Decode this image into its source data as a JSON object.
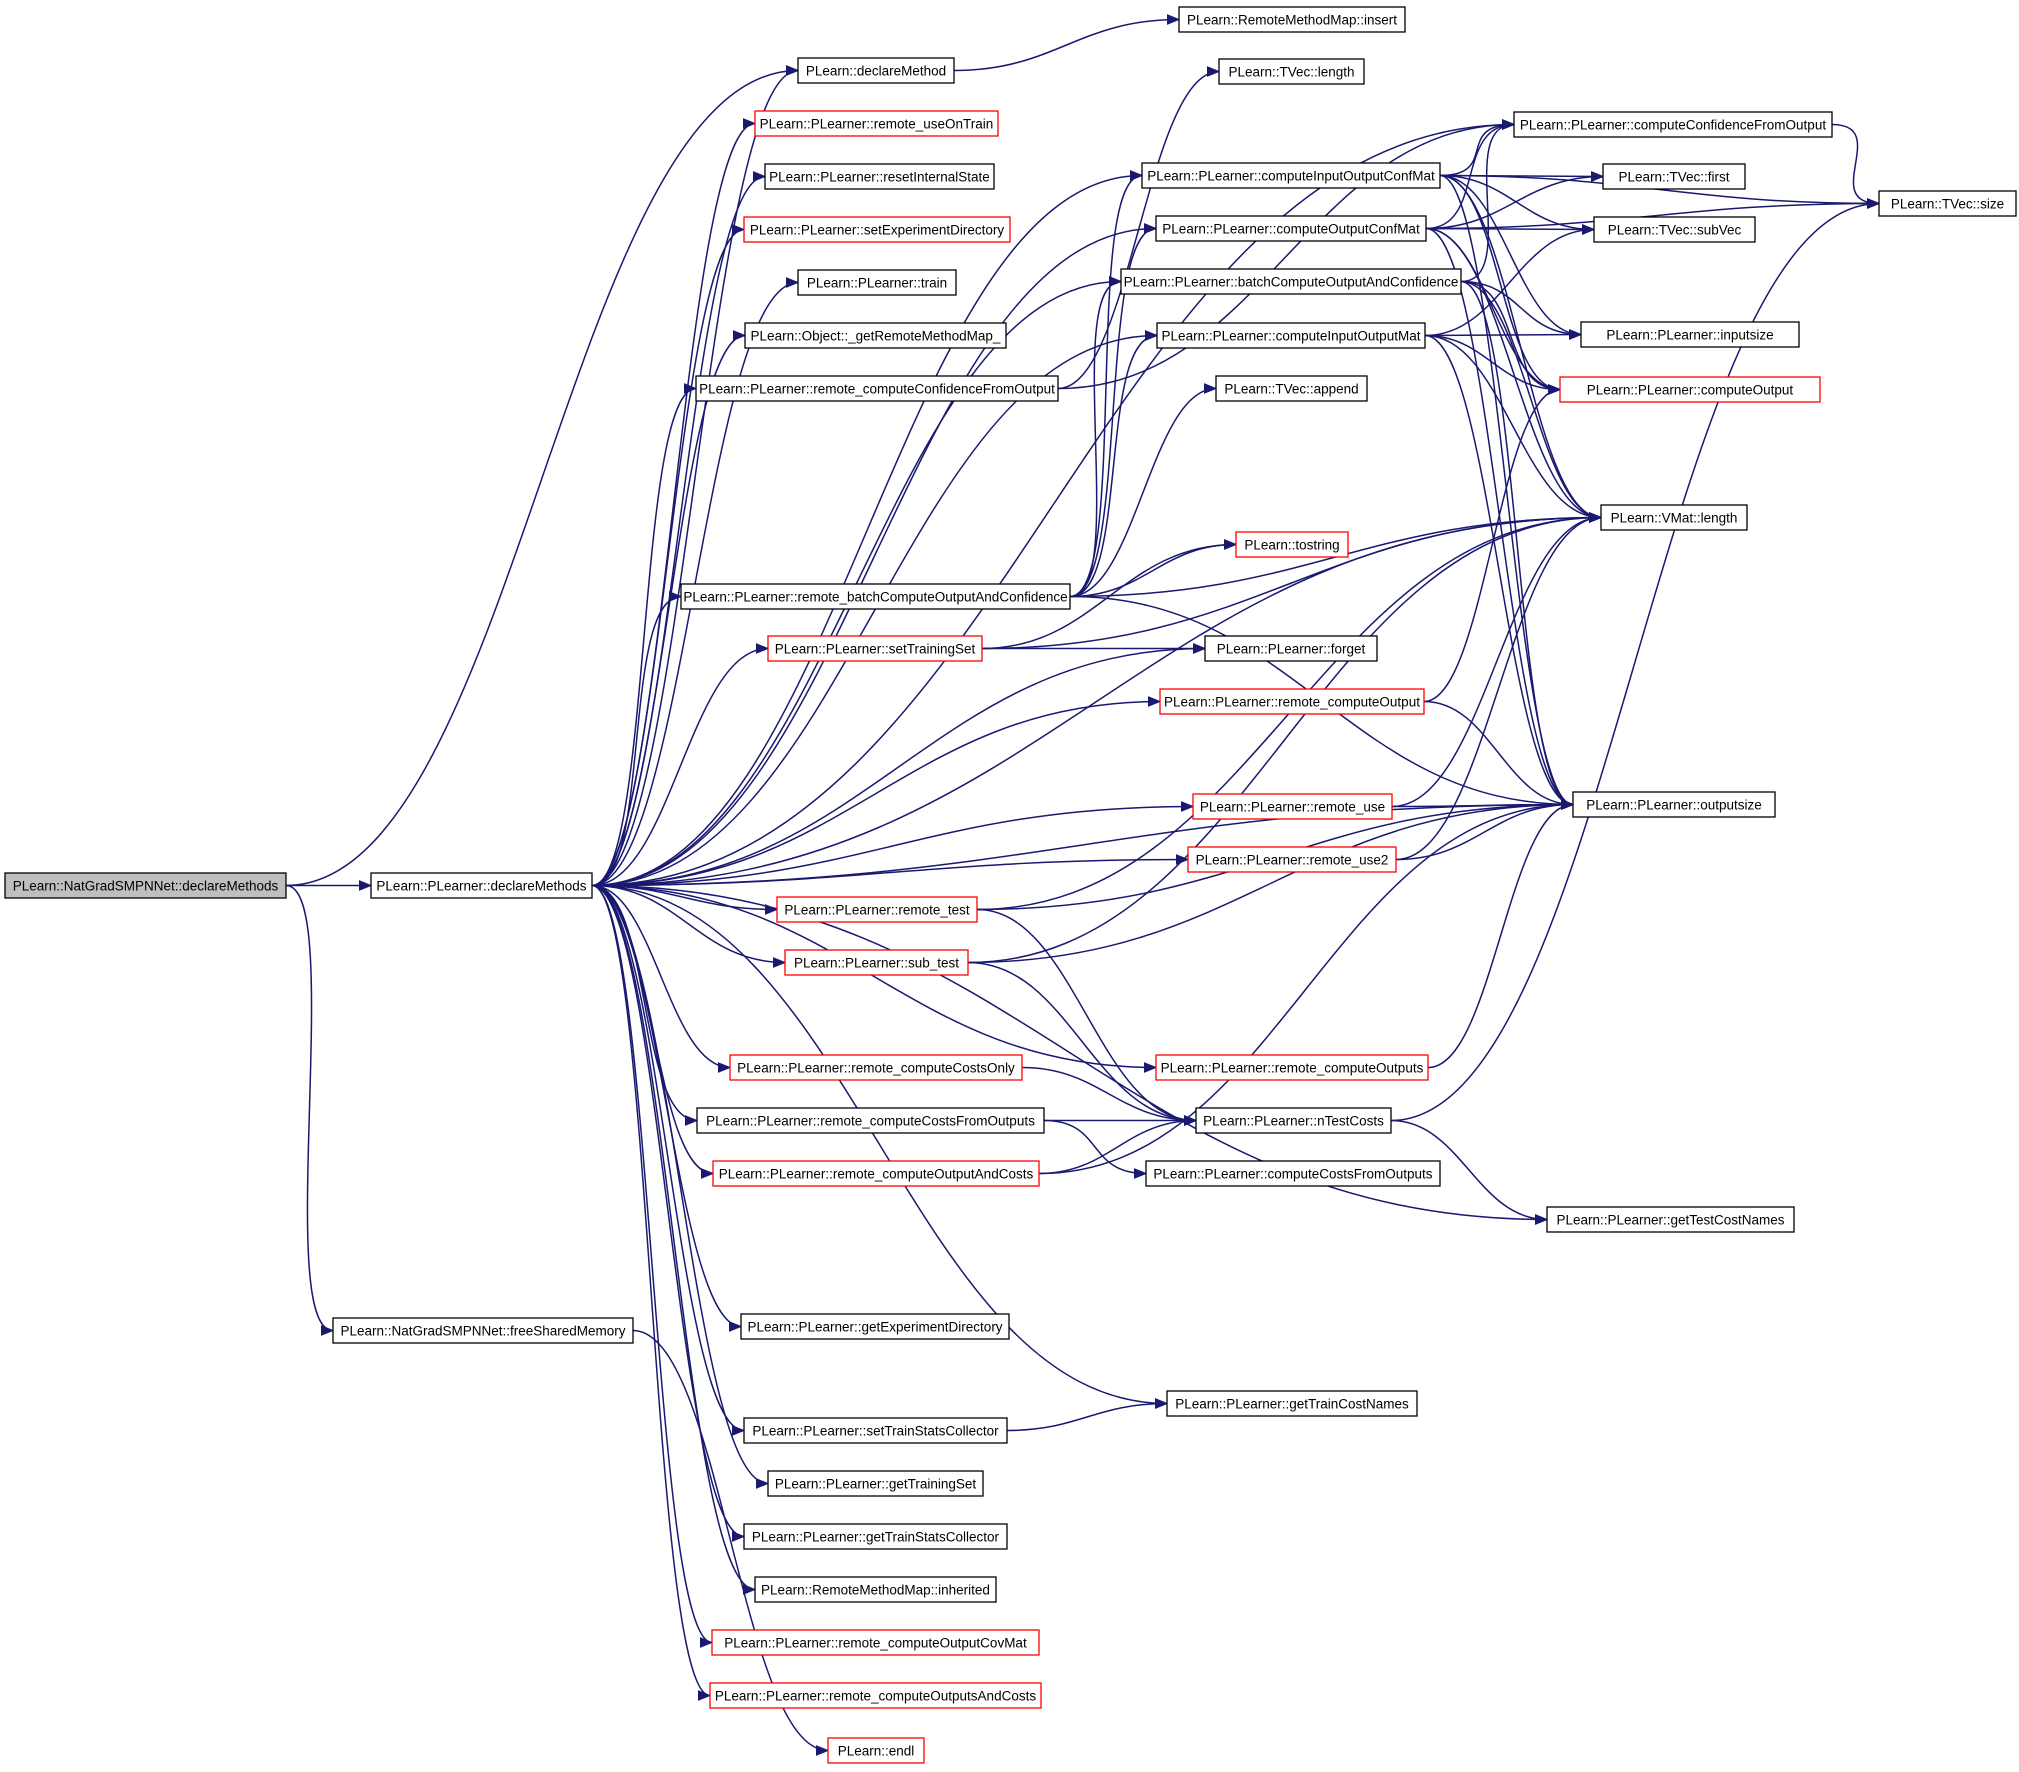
{
  "colors": {
    "edge": "#191970",
    "border_default": "#000000",
    "border_highlight": "#ff0000",
    "root_fill": "#bfbfbf",
    "node_fill": "#ffffff"
  },
  "nodes": [
    {
      "id": "n0",
      "label": "PLearn::NatGradSMPNNet::declareMethods",
      "style": "root"
    },
    {
      "id": "n1",
      "label": "PLearn::PLearner::declareMethods",
      "style": "normal"
    },
    {
      "id": "n2",
      "label": "PLearn::NatGradSMPNNet::freeSharedMemory",
      "style": "normal"
    },
    {
      "id": "n3",
      "label": "PLearn::declareMethod",
      "style": "normal"
    },
    {
      "id": "n4",
      "label": "PLearn::RemoteMethodMap::insert",
      "style": "normal"
    },
    {
      "id": "n5",
      "label": "PLearn::PLearner::remote_useOnTrain",
      "style": "red"
    },
    {
      "id": "n6",
      "label": "PLearn::PLearner::resetInternalState",
      "style": "normal"
    },
    {
      "id": "n7",
      "label": "PLearn::PLearner::setExperimentDirectory",
      "style": "red"
    },
    {
      "id": "n8",
      "label": "PLearn::PLearner::train",
      "style": "normal"
    },
    {
      "id": "n9",
      "label": "PLearn::Object::_getRemoteMethodMap_",
      "style": "normal"
    },
    {
      "id": "n10",
      "label": "PLearn::PLearner::remote_computeConfidenceFromOutput",
      "style": "normal"
    },
    {
      "id": "n11",
      "label": "PLearn::PLearner::remote_batchComputeOutputAndConfidence",
      "style": "normal"
    },
    {
      "id": "n12",
      "label": "PLearn::PLearner::setTrainingSet",
      "style": "red"
    },
    {
      "id": "n13",
      "label": "PLearn::PLearner::remote_test",
      "style": "red"
    },
    {
      "id": "n14",
      "label": "PLearn::PLearner::sub_test",
      "style": "red"
    },
    {
      "id": "n15",
      "label": "PLearn::PLearner::remote_computeCostsOnly",
      "style": "red"
    },
    {
      "id": "n16",
      "label": "PLearn::PLearner::remote_computeCostsFromOutputs",
      "style": "normal"
    },
    {
      "id": "n17",
      "label": "PLearn::PLearner::remote_computeOutputAndCosts",
      "style": "red"
    },
    {
      "id": "n18",
      "label": "PLearn::PLearner::getExperimentDirectory",
      "style": "normal"
    },
    {
      "id": "n19",
      "label": "PLearn::PLearner::setTrainStatsCollector",
      "style": "normal"
    },
    {
      "id": "n20",
      "label": "PLearn::PLearner::getTrainingSet",
      "style": "normal"
    },
    {
      "id": "n21",
      "label": "PLearn::PLearner::getTrainStatsCollector",
      "style": "normal"
    },
    {
      "id": "n22",
      "label": "PLearn::RemoteMethodMap::inherited",
      "style": "normal"
    },
    {
      "id": "n23",
      "label": "PLearn::PLearner::remote_computeOutputCovMat",
      "style": "red"
    },
    {
      "id": "n24",
      "label": "PLearn::PLearner::remote_computeOutputsAndCosts",
      "style": "red"
    },
    {
      "id": "n25",
      "label": "PLearn::endl",
      "style": "red"
    },
    {
      "id": "n26",
      "label": "PLearn::TVec::length",
      "style": "normal"
    },
    {
      "id": "n27",
      "label": "PLearn::PLearner::computeInputOutputConfMat",
      "style": "normal"
    },
    {
      "id": "n28",
      "label": "PLearn::PLearner::computeOutputConfMat",
      "style": "normal"
    },
    {
      "id": "n29",
      "label": "PLearn::PLearner::batchComputeOutputAndConfidence",
      "style": "normal"
    },
    {
      "id": "n30",
      "label": "PLearn::PLearner::computeInputOutputMat",
      "style": "normal"
    },
    {
      "id": "n31",
      "label": "PLearn::TVec::append",
      "style": "normal"
    },
    {
      "id": "n32",
      "label": "PLearn::tostring",
      "style": "red"
    },
    {
      "id": "n33",
      "label": "PLearn::PLearner::forget",
      "style": "normal"
    },
    {
      "id": "n34",
      "label": "PLearn::PLearner::remote_computeOutput",
      "style": "red"
    },
    {
      "id": "n35",
      "label": "PLearn::PLearner::remote_use",
      "style": "red"
    },
    {
      "id": "n36",
      "label": "PLearn::PLearner::remote_use2",
      "style": "red"
    },
    {
      "id": "n37",
      "label": "PLearn::PLearner::remote_computeOutputs",
      "style": "red"
    },
    {
      "id": "n38",
      "label": "PLearn::PLearner::nTestCosts",
      "style": "normal"
    },
    {
      "id": "n39",
      "label": "PLearn::PLearner::computeCostsFromOutputs",
      "style": "normal"
    },
    {
      "id": "n40",
      "label": "PLearn::PLearner::getTrainCostNames",
      "style": "normal"
    },
    {
      "id": "n41",
      "label": "PLearn::PLearner::computeConfidenceFromOutput",
      "style": "normal"
    },
    {
      "id": "n42",
      "label": "PLearn::TVec::first",
      "style": "normal"
    },
    {
      "id": "n43",
      "label": "PLearn::TVec::subVec",
      "style": "normal"
    },
    {
      "id": "n44",
      "label": "PLearn::PLearner::inputsize",
      "style": "normal"
    },
    {
      "id": "n45",
      "label": "PLearn::PLearner::computeOutput",
      "style": "red"
    },
    {
      "id": "n46",
      "label": "PLearn::VMat::length",
      "style": "normal"
    },
    {
      "id": "n47",
      "label": "PLearn::PLearner::outputsize",
      "style": "normal"
    },
    {
      "id": "n48",
      "label": "PLearn::PLearner::getTestCostNames",
      "style": "normal"
    },
    {
      "id": "n49",
      "label": "PLearn::TVec::size",
      "style": "normal"
    }
  ],
  "edges": [
    [
      "n0",
      "n1"
    ],
    [
      "n0",
      "n3"
    ],
    [
      "n0",
      "n2"
    ],
    [
      "n1",
      "n3"
    ],
    [
      "n1",
      "n5"
    ],
    [
      "n1",
      "n6"
    ],
    [
      "n1",
      "n7"
    ],
    [
      "n1",
      "n8"
    ],
    [
      "n1",
      "n9"
    ],
    [
      "n1",
      "n10"
    ],
    [
      "n1",
      "n11"
    ],
    [
      "n1",
      "n12"
    ],
    [
      "n1",
      "n13"
    ],
    [
      "n1",
      "n14"
    ],
    [
      "n1",
      "n15"
    ],
    [
      "n1",
      "n16"
    ],
    [
      "n1",
      "n17"
    ],
    [
      "n1",
      "n18"
    ],
    [
      "n1",
      "n19"
    ],
    [
      "n1",
      "n20"
    ],
    [
      "n1",
      "n21"
    ],
    [
      "n1",
      "n22"
    ],
    [
      "n1",
      "n23"
    ],
    [
      "n1",
      "n24"
    ],
    [
      "n1",
      "n27"
    ],
    [
      "n1",
      "n28"
    ],
    [
      "n1",
      "n29"
    ],
    [
      "n1",
      "n30"
    ],
    [
      "n1",
      "n33"
    ],
    [
      "n1",
      "n34"
    ],
    [
      "n1",
      "n35"
    ],
    [
      "n1",
      "n36"
    ],
    [
      "n1",
      "n37"
    ],
    [
      "n1",
      "n40"
    ],
    [
      "n1",
      "n41"
    ],
    [
      "n1",
      "n46"
    ],
    [
      "n1",
      "n47"
    ],
    [
      "n1",
      "n48"
    ],
    [
      "n2",
      "n25"
    ],
    [
      "n3",
      "n4"
    ],
    [
      "n10",
      "n26"
    ],
    [
      "n10",
      "n41"
    ],
    [
      "n11",
      "n31"
    ],
    [
      "n11",
      "n32"
    ],
    [
      "n11",
      "n46"
    ],
    [
      "n11",
      "n47"
    ],
    [
      "n11",
      "n27"
    ],
    [
      "n11",
      "n28"
    ],
    [
      "n11",
      "n29"
    ],
    [
      "n11",
      "n30"
    ],
    [
      "n12",
      "n32"
    ],
    [
      "n12",
      "n33"
    ],
    [
      "n12",
      "n46"
    ],
    [
      "n13",
      "n46"
    ],
    [
      "n13",
      "n47"
    ],
    [
      "n13",
      "n38"
    ],
    [
      "n14",
      "n46"
    ],
    [
      "n14",
      "n47"
    ],
    [
      "n14",
      "n38"
    ],
    [
      "n15",
      "n38"
    ],
    [
      "n16",
      "n38"
    ],
    [
      "n16",
      "n39"
    ],
    [
      "n17",
      "n38"
    ],
    [
      "n17",
      "n47"
    ],
    [
      "n19",
      "n40"
    ],
    [
      "n27",
      "n41"
    ],
    [
      "n27",
      "n42"
    ],
    [
      "n27",
      "n43"
    ],
    [
      "n27",
      "n44"
    ],
    [
      "n27",
      "n45"
    ],
    [
      "n27",
      "n46"
    ],
    [
      "n27",
      "n47"
    ],
    [
      "n27",
      "n49"
    ],
    [
      "n28",
      "n41"
    ],
    [
      "n28",
      "n42"
    ],
    [
      "n28",
      "n43"
    ],
    [
      "n28",
      "n45"
    ],
    [
      "n28",
      "n46"
    ],
    [
      "n28",
      "n47"
    ],
    [
      "n28",
      "n49"
    ],
    [
      "n29",
      "n41"
    ],
    [
      "n29",
      "n44"
    ],
    [
      "n29",
      "n45"
    ],
    [
      "n29",
      "n46"
    ],
    [
      "n29",
      "n47"
    ],
    [
      "n30",
      "n43"
    ],
    [
      "n30",
      "n44"
    ],
    [
      "n30",
      "n45"
    ],
    [
      "n30",
      "n46"
    ],
    [
      "n30",
      "n47"
    ],
    [
      "n34",
      "n45"
    ],
    [
      "n34",
      "n47"
    ],
    [
      "n35",
      "n46"
    ],
    [
      "n35",
      "n47"
    ],
    [
      "n36",
      "n46"
    ],
    [
      "n36",
      "n47"
    ],
    [
      "n37",
      "n47"
    ],
    [
      "n38",
      "n48"
    ],
    [
      "n38",
      "n49"
    ],
    [
      "n41",
      "n49"
    ]
  ]
}
